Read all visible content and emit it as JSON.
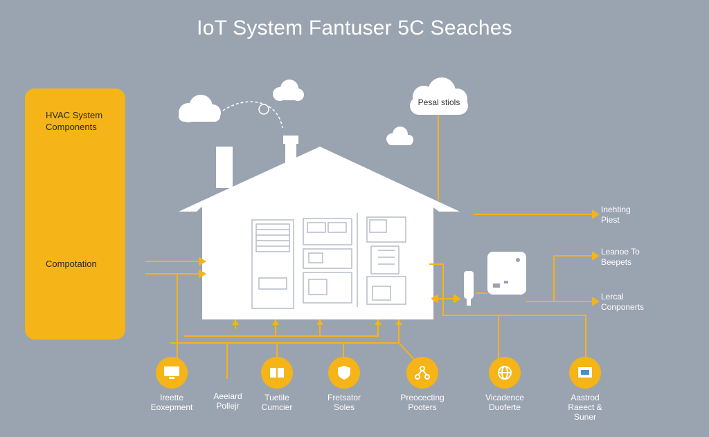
{
  "title": "IoT System Fantuser 5C Seaches",
  "side_panel": {
    "heading": "HVAC System Components",
    "sub": "Compotation"
  },
  "cloud_label": "Pesal stiols",
  "right_labels": [
    {
      "line1": "Inehting",
      "line2": "Piest"
    },
    {
      "line1": "Leanoe To",
      "line2": "Beepets"
    },
    {
      "line1": "Lercal",
      "line2": "Conponerts"
    }
  ],
  "bottom_items": [
    {
      "icon": "monitor-icon",
      "line1": "Ireette",
      "line2": "Eoxepment"
    },
    {
      "icon": "battery-icon",
      "line1": "Tuetile",
      "line2": "Cumcier"
    },
    {
      "icon": "shield-icon",
      "line1": "Fretsator",
      "line2": "Soles"
    },
    {
      "icon": "network-icon",
      "line1": "Preocecting",
      "line2": "Pooters"
    },
    {
      "icon": "globe-icon",
      "line1": "Vicadence",
      "line2": "Duoferte"
    },
    {
      "icon": "screen-icon",
      "line1": "Aastrod",
      "line2": "Raeect &",
      "line3": "Suner"
    }
  ],
  "plain_label": {
    "line1": "Aeeiard",
    "line2": "Pollejr"
  },
  "colors": {
    "background": "#9aa3b0",
    "accent": "#f5b417",
    "house": "#ffffff",
    "line": "#f5b417"
  }
}
